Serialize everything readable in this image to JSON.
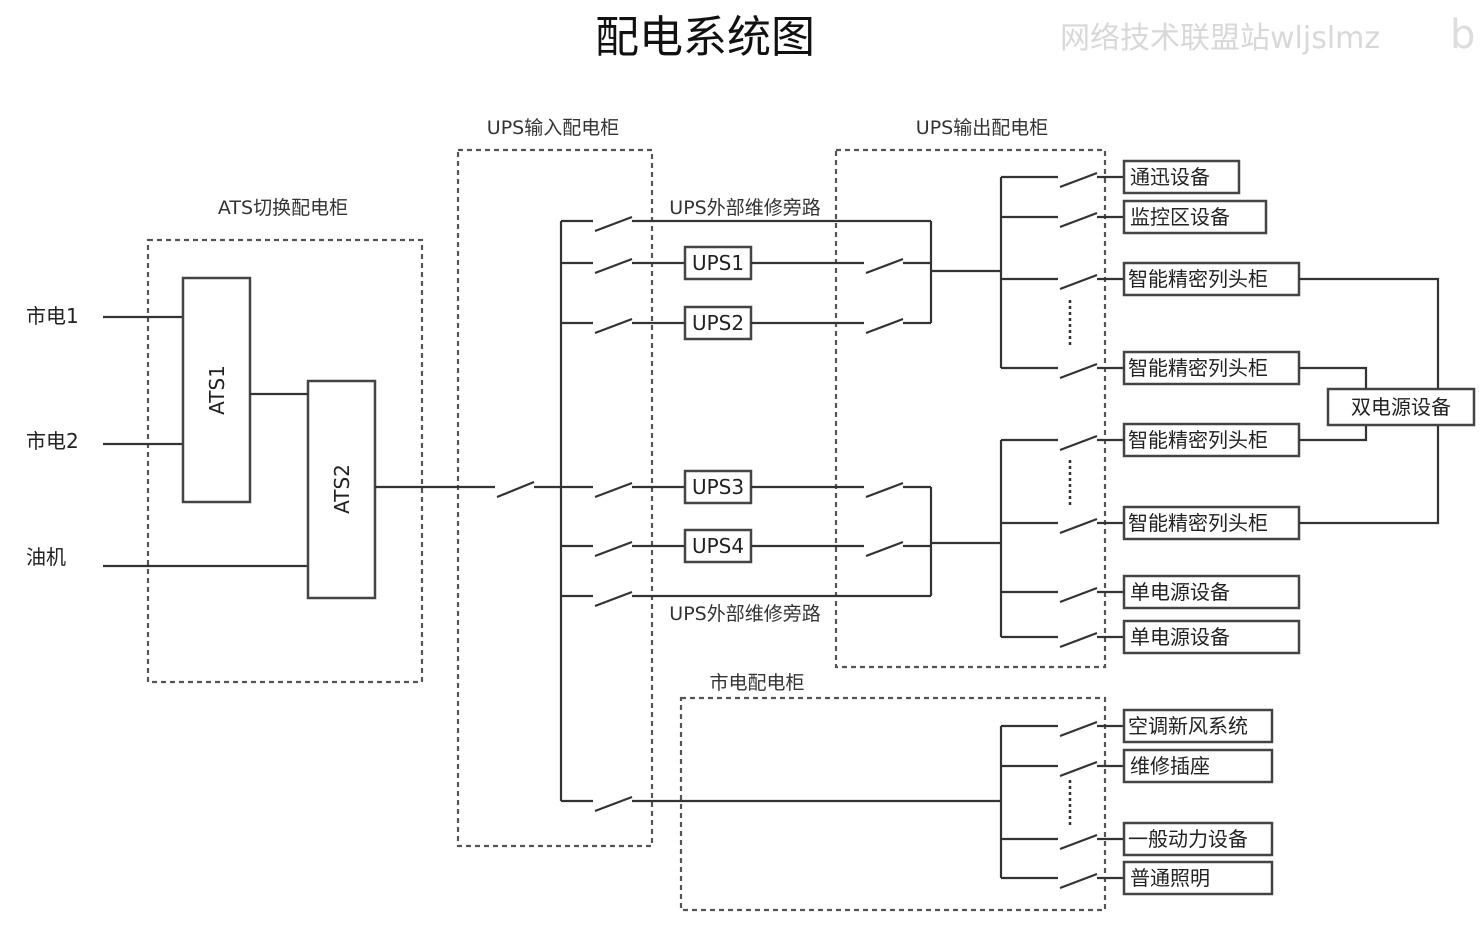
{
  "title": "配电系统图",
  "watermark": "网络技术联盟站wljslmz",
  "cabinets": {
    "ats": "ATS切换配电柜",
    "ups_input": "UPS输入配电柜",
    "ups_output": "UPS输出配电柜",
    "utility": "市电配电柜"
  },
  "sources": [
    "市电1",
    "市电2",
    "油机"
  ],
  "ats_units": [
    "ATS1",
    "ATS2"
  ],
  "ups_units": [
    "UPS1",
    "UPS2",
    "UPS3",
    "UPS4"
  ],
  "bypass_labels": [
    "UPS外部维修旁路",
    "UPS外部维修旁路"
  ],
  "loads": [
    "通迅设备",
    "监控区设备",
    "智能精密列头柜",
    "智能精密列头柜",
    "智能精密列头柜",
    "智能精密列头柜",
    "单电源设备",
    "单电源设备",
    "空调新风系统",
    "维修插座",
    "一般动力设备",
    "普通照明"
  ],
  "dual_power_device": "双电源设备"
}
